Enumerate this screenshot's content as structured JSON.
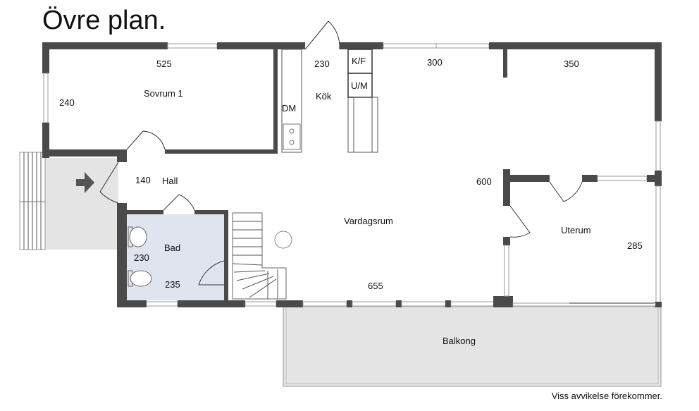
{
  "title": "Övre plan.",
  "disclaimer": "Viss avvikelse förekommer.",
  "rooms": {
    "sovrum": "Sovrum 1",
    "kok": "Kök",
    "hall": "Hall",
    "bad": "Bad",
    "vardagsrum": "Vardagsrum",
    "uterum": "Uterum",
    "balkong": "Balkong",
    "dm": "DM",
    "kf": "K/F",
    "um": "U/M"
  },
  "dimensions": {
    "sovrum_width": "525",
    "sovrum_depth": "240",
    "kok_width": "230",
    "middle_width": "300",
    "right_width": "350",
    "hall_width": "140",
    "bad_depth": "230",
    "bad_width": "235",
    "vardagsrum_depth": "600",
    "vardagsrum_width": "655",
    "uterum_depth": "285"
  },
  "colors": {
    "wall": "#4a4a4a",
    "bath_floor": "#e0e4ee",
    "balcony_floor": "#e4e4e4",
    "entry_floor": "#e4e4e4",
    "entry_arrow": "#555555"
  }
}
